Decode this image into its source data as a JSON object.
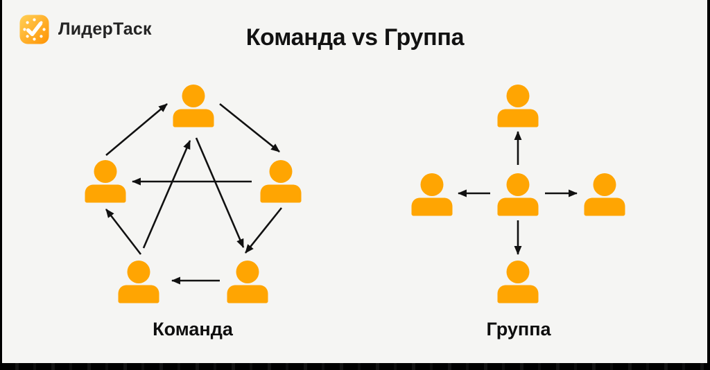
{
  "logo": {
    "text": "ЛидерТаск",
    "icon": "leadertask-clock-check-icon"
  },
  "title": "Команда vs Группа",
  "colors": {
    "background": "#F5F5F3",
    "frame": "#000000",
    "person": "#FFA502",
    "arrow": "#111111",
    "logo_gradient_start": "#FFD057",
    "logo_gradient_end": "#FF9303",
    "title_text": "#121212"
  },
  "diagrams": [
    {
      "id": "team",
      "label": "Команда",
      "nodes": [
        {
          "id": "top",
          "icon": "person-icon"
        },
        {
          "id": "left",
          "icon": "person-icon"
        },
        {
          "id": "right",
          "icon": "person-icon"
        },
        {
          "id": "bottom-left",
          "icon": "person-icon"
        },
        {
          "id": "bottom-right",
          "icon": "person-icon"
        }
      ],
      "edges": [
        {
          "from": "left",
          "to": "top"
        },
        {
          "from": "top",
          "to": "right"
        },
        {
          "from": "right",
          "to": "left"
        },
        {
          "from": "top",
          "to": "bottom-right"
        },
        {
          "from": "bottom-left",
          "to": "top"
        },
        {
          "from": "right",
          "to": "bottom-right"
        },
        {
          "from": "bottom-left",
          "to": "left"
        },
        {
          "from": "bottom-right",
          "to": "bottom-left"
        }
      ]
    },
    {
      "id": "group",
      "label": "Группа",
      "nodes": [
        {
          "id": "center",
          "icon": "person-icon"
        },
        {
          "id": "top",
          "icon": "person-icon"
        },
        {
          "id": "left",
          "icon": "person-icon"
        },
        {
          "id": "right",
          "icon": "person-icon"
        },
        {
          "id": "bottom",
          "icon": "person-icon"
        }
      ],
      "edges": [
        {
          "from": "center",
          "to": "top"
        },
        {
          "from": "center",
          "to": "left"
        },
        {
          "from": "center",
          "to": "right"
        },
        {
          "from": "center",
          "to": "bottom"
        }
      ]
    }
  ]
}
